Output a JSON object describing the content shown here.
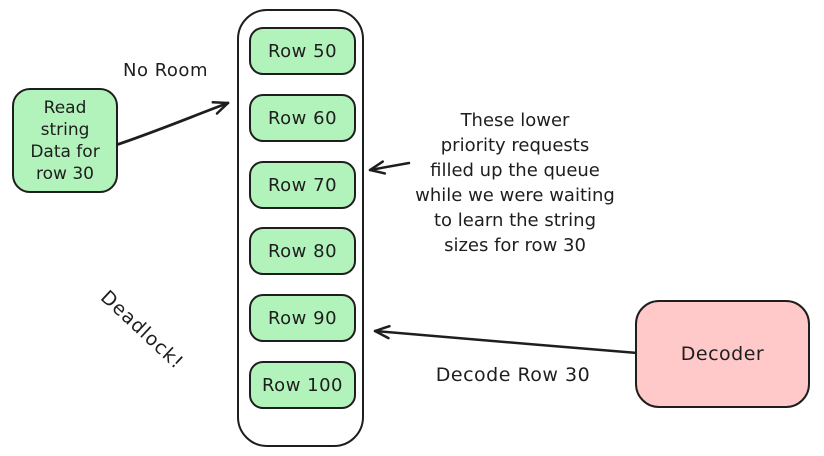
{
  "diagram": {
    "colors": {
      "stroke": "#1e1e1e",
      "queue_row_fill": "#b2f2bb",
      "request_box_fill": "#b2f2bb",
      "decoder_fill": "#ffc9c9",
      "background": "#ffffff"
    },
    "read_request_box": {
      "label": "Read\nstring\nData for\nrow 30"
    },
    "no_room_arrow": {
      "label": "No Room"
    },
    "queue": {
      "rows": [
        {
          "label": "Row 50"
        },
        {
          "label": "Row 60"
        },
        {
          "label": "Row 70"
        },
        {
          "label": "Row 80"
        },
        {
          "label": "Row 90"
        },
        {
          "label": "Row 100"
        }
      ]
    },
    "annotation": {
      "text": "These lower\npriority requests\nfilled up the queue\nwhile we were waiting\nto learn the string\nsizes for row 30"
    },
    "decoder_box": {
      "label": "Decoder"
    },
    "decode_arrow": {
      "label": "Decode Row 30"
    },
    "deadlock_note": {
      "text": "Deadlock!"
    }
  }
}
